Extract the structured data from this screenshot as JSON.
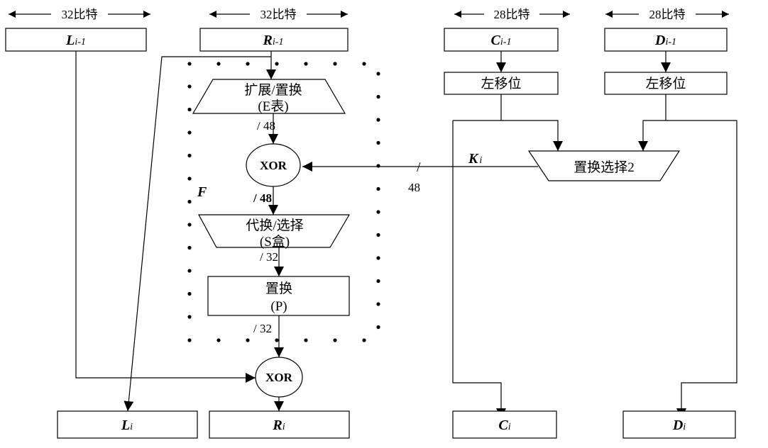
{
  "headers": {
    "l": "32比特",
    "r": "32比特",
    "c": "28比特",
    "d": "28比特"
  },
  "inputs": {
    "l": {
      "main": "L",
      "sub": "i-1"
    },
    "r": {
      "main": "R",
      "sub": "i-1"
    },
    "c": {
      "main": "C",
      "sub": "i-1"
    },
    "d": {
      "main": "D",
      "sub": "i-1"
    }
  },
  "shift": {
    "c": "左移位",
    "d": "左移位"
  },
  "pc2": "置换选择2",
  "key": {
    "main": "K",
    "sub": "i",
    "bits": "48",
    "slash": "/"
  },
  "f_label": "F",
  "expansion": {
    "line1": "扩展/置换",
    "line2": "(E表)",
    "bits": "/ 48"
  },
  "xor1": "XOR",
  "xor1_bits": "/ 48",
  "sbox": {
    "line1": "代换/选择",
    "line2": "(S盒)",
    "bits": "/ 32"
  },
  "perm": {
    "line1": "置换",
    "line2": "(P)",
    "bits": "/ 32"
  },
  "xor2": "XOR",
  "outputs": {
    "l": {
      "main": "L",
      "sub": "i"
    },
    "r": {
      "main": "R",
      "sub": "i"
    },
    "c": {
      "main": "C",
      "sub": "i"
    },
    "d": {
      "main": "D",
      "sub": "i"
    }
  }
}
